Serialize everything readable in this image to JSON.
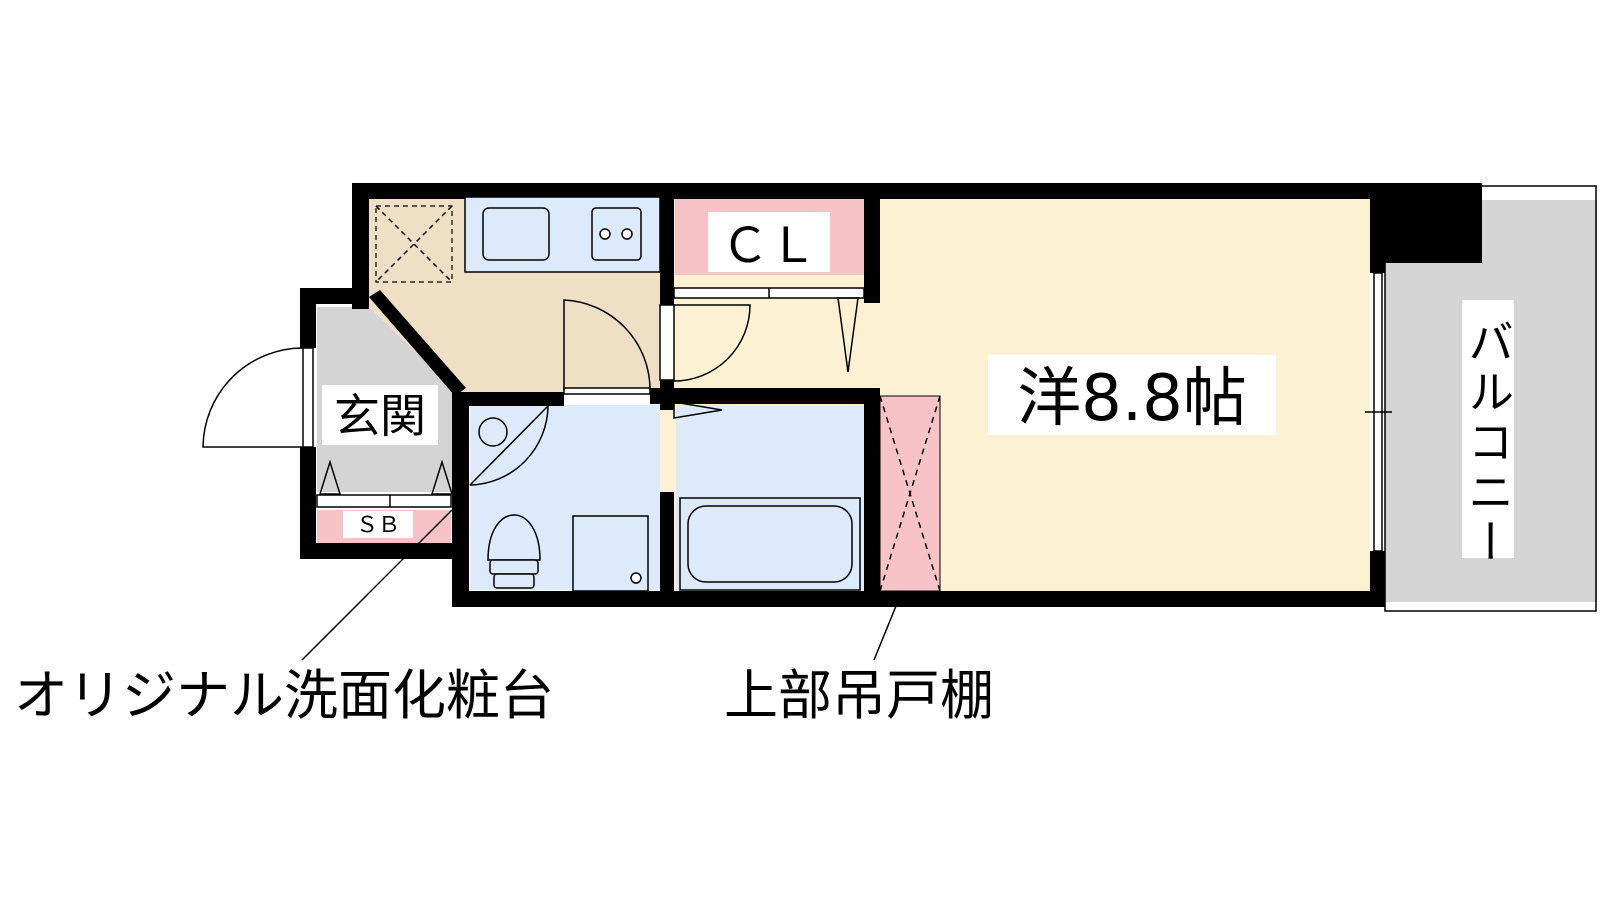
{
  "rooms": {
    "western": {
      "label": "洋8.8帖"
    },
    "closet": {
      "label": "ＣＬ"
    },
    "entrance": {
      "label": "玄関"
    },
    "shoebox": {
      "label": "ＳＢ"
    },
    "balcony": {
      "label": "バルコニー"
    }
  },
  "callouts": {
    "vanity": "オリジナル洗面化粧台",
    "upper_cabinet": "上部吊戸棚"
  },
  "colors": {
    "western_room": "#fdf1d3",
    "kitchen": "#efdfc4",
    "wet_area": "#dceafb",
    "storage": "#f8c3c6",
    "balcony": "#d4d4d4",
    "wall": "#000000"
  },
  "icons": [
    "refrigerator-space-icon",
    "sink-icon",
    "stove-icon",
    "toilet-icon",
    "washing-machine-pan-icon",
    "bathtub-icon",
    "door-swing-icon"
  ]
}
